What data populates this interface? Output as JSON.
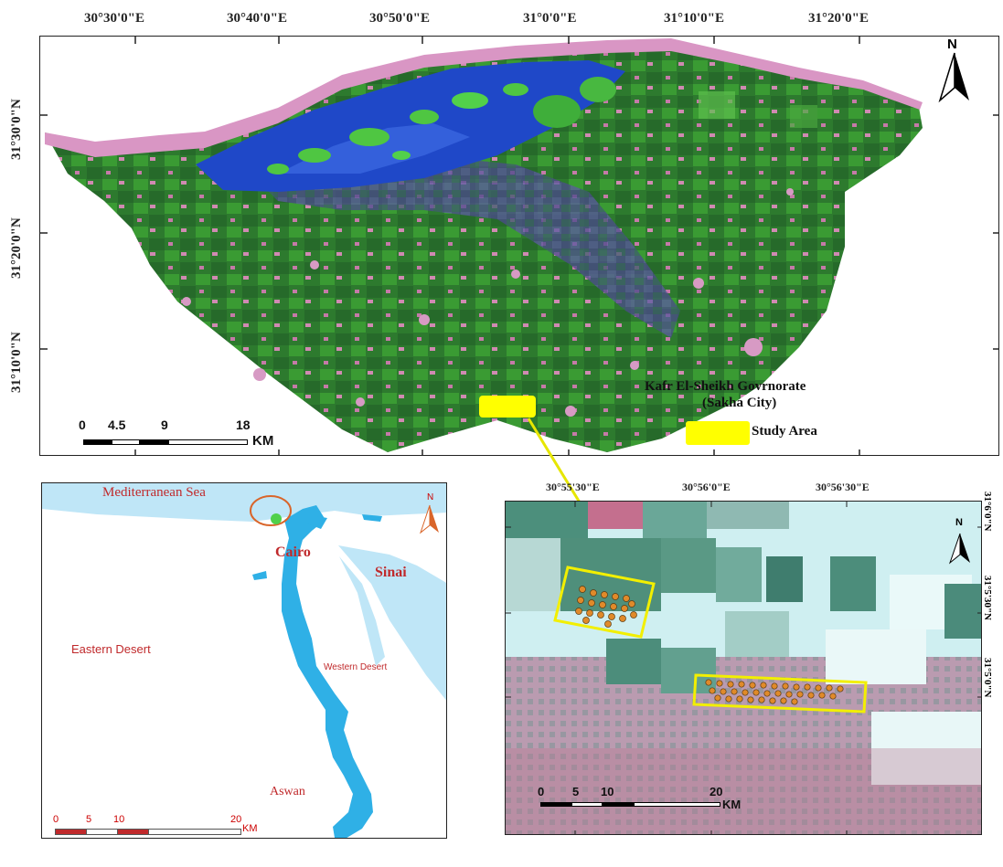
{
  "main_map": {
    "lon_labels": [
      "30°30'0\"E",
      "30°40'0\"E",
      "30°50'0\"E",
      "31°0'0\"E",
      "31°10'0\"E",
      "31°20'0\"E"
    ],
    "lat_labels": [
      "31°30'0\"N",
      "31°20'0\"N",
      "31°10'0\"N"
    ],
    "north_label": "N",
    "scale": {
      "ticks": [
        "0",
        "4.5",
        "9",
        "18"
      ],
      "unit": "KM"
    },
    "legend": {
      "title_line1": "Kafr El-Sheikh Govrnorate",
      "title_line2": "(Sakha City)",
      "study_area_label": "Study Area",
      "study_area_color": "#ffff00"
    }
  },
  "egypt_map": {
    "labels": {
      "sea": "Mediterranean Sea",
      "cairo": "Cairo",
      "sinai": "Sinai",
      "eastern": "Eastern Desert",
      "western": "Western Desert",
      "aswan": "Aswan"
    },
    "north_label": "N",
    "scale": {
      "ticks": [
        "0",
        "5",
        "10",
        "20"
      ],
      "unit": "KM"
    },
    "nile_color": "#2fb0e6",
    "sea_color": "#bfe6f7"
  },
  "study_map": {
    "lon_labels": [
      "30°55'30\"E",
      "30°56'0\"E",
      "30°56'30\"E"
    ],
    "lat_labels": [
      "31°6'0\"N",
      "31°5'30\"N",
      "31°5'0\"N"
    ],
    "north_label": "N",
    "scale": {
      "ticks": [
        "0",
        "5",
        "10",
        "20"
      ],
      "unit": "KM"
    }
  }
}
